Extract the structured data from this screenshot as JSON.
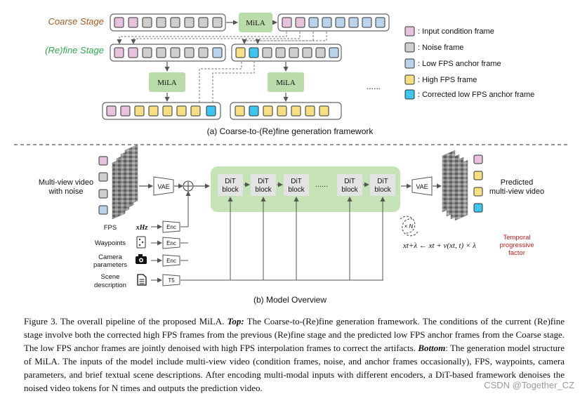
{
  "colors": {
    "condition": "#e7c2dd",
    "noise": "#cfcfcf",
    "low_fps": "#bcd3ec",
    "high_fps": "#f6df85",
    "corrected": "#3ec4ee",
    "mila_box": "#b9dcaa",
    "dit_panel": "#c5e3b6",
    "coarse_text": "#a85a1f",
    "refine_text": "#2fa84f",
    "temporal_text": "#c42020"
  },
  "top": {
    "coarse_label": "Coarse Stage",
    "refine_label": "(Re)fine Stage",
    "mila_label": "MiLA",
    "ellipsis": "......",
    "subtitle": "(a) Coarse-to-(Re)fine generation framework"
  },
  "legend": [
    {
      "label": ": Input condition frame",
      "color_key": "condition"
    },
    {
      "label": ": Noise frame",
      "color_key": "noise"
    },
    {
      "label": ": Low FPS anchor frame",
      "color_key": "low_fps"
    },
    {
      "label": ": High FPS frame",
      "color_key": "high_fps"
    },
    {
      "label": ": Corrected low FPS anchor frame",
      "color_key": "corrected"
    }
  ],
  "bottom": {
    "input_label_1": "Multi-view video",
    "input_label_2": "with noise",
    "vae": "VAE",
    "dit_line1": "DiT",
    "dit_line2": "block",
    "dit_ellipsis": "......",
    "output_label_1": "Predicted",
    "output_label_2": "multi-view video",
    "times_n": "× N",
    "equation": "xt+λ ← xt + v(xt, t) × λ",
    "temporal_1": "Temporal",
    "temporal_2": "progressive",
    "temporal_3": "factor",
    "enc": "Enc",
    "t5": "T5",
    "fps_label": "FPS",
    "fps_symbol": "xHz",
    "waypoints_label": "Waypoints",
    "camera_label_1": "Camera",
    "camera_label_2": "parameters",
    "scene_label_1": "Scene",
    "scene_label_2": "description",
    "subtitle": "(b) Model Overview"
  },
  "caption": {
    "lead": "Figure 3. The overall pipeline of the proposed MiLA. ",
    "top_kw": "Top:",
    "top_text": " The Coarse-to-(Re)fine generation framework. The conditions of the current (Re)fine stage involve both the corrected high FPS frames from the previous (Re)fine stage and the predicted low FPS anchor frames from the Coarse stage. The low FPS anchor frames are jointly denoised with high FPS interpolation frames to correct the artifacts. ",
    "bottom_kw": "Bottom",
    "bottom_text": ": The generation model structure of MiLA. The inputs of the model include multi-view video (condition frames, noise, and anchor frames occasionally), FPS, waypoints, camera parameters, and brief textual scene descriptions. After encoding multi-modal inputs with different encoders, a DiT-based framework denoises the noised video tokens for N times and outputs the prediction video."
  },
  "watermark": "CSDN @Together_CZ"
}
